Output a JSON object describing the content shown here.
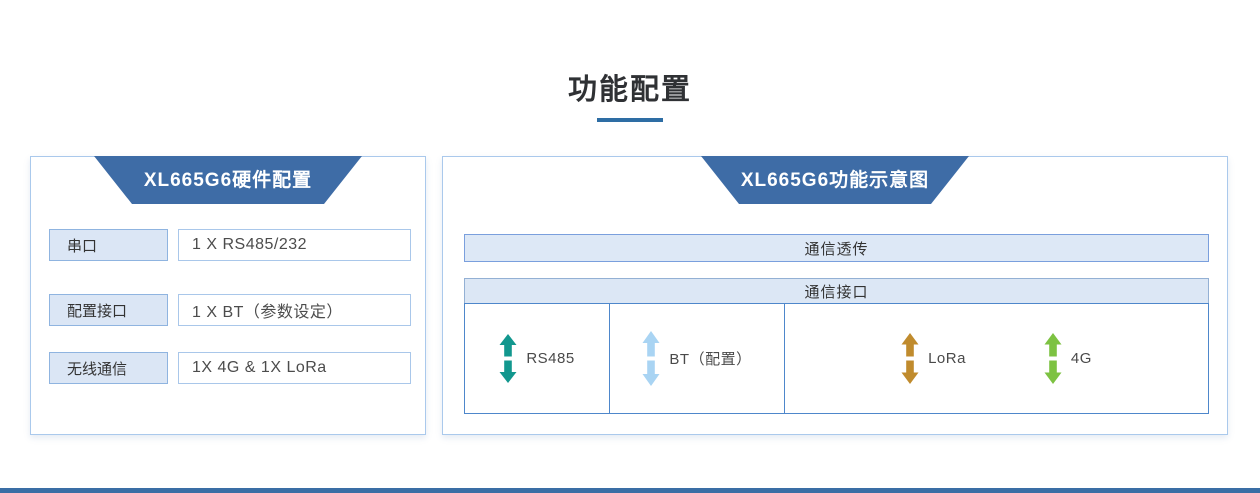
{
  "page": {
    "title": "功能配置"
  },
  "left_panel": {
    "header": "XL665G6硬件配置",
    "rows": [
      {
        "label": "串口",
        "value": "1 X RS485/232"
      },
      {
        "label": "配置接口",
        "value": "1 X BT（参数设定）"
      },
      {
        "label": "无线通信",
        "value": "1X 4G & 1X LoRa"
      }
    ]
  },
  "right_panel": {
    "header": "XL665G6功能示意图",
    "top_bar_label": "通信透传",
    "table_header_label": "通信接口",
    "interfaces": [
      {
        "label": "RS485",
        "arrow_color": "#12978e"
      },
      {
        "label": "BT（配置）",
        "arrow_color": "#a9d4f3"
      },
      {
        "label": "LoRa",
        "arrow_color": "#c08b2d"
      },
      {
        "label": "4G",
        "arrow_color": "#7dc242"
      }
    ]
  },
  "colors": {
    "header_trapezoid_blue": "#3e6ca6",
    "title_underline_blue": "#2e6da4",
    "panel_border_blue": "#aac9ec",
    "box_fill_light_blue": "#dce7f5",
    "box_border_blue": "#8fb4e0",
    "table_border_blue": "#4e87cb",
    "bottom_bar_blue": "#3a6ea5"
  }
}
